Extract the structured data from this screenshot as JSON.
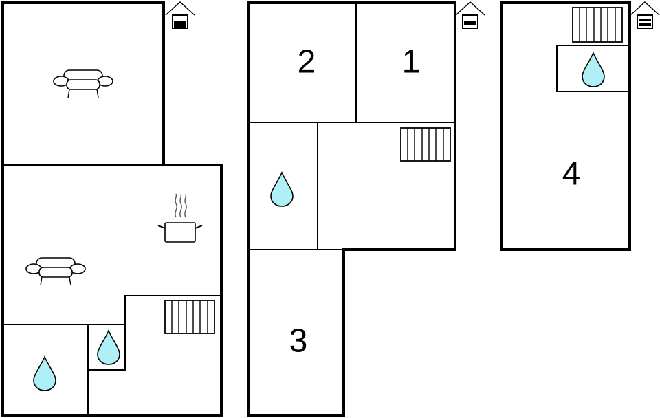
{
  "floor_plans": [
    {
      "id": "plan-1",
      "rooms": [
        {
          "label": "",
          "type": "living-room"
        },
        {
          "label": "",
          "type": "kitchen-living"
        },
        {
          "label": "",
          "type": "bathroom"
        },
        {
          "label": "",
          "type": "bathroom"
        },
        {
          "label": "",
          "type": "stairs"
        }
      ],
      "icons": [
        "house-icon",
        "sofa-icon",
        "sofa-icon",
        "cooking-pot-icon",
        "water-drop-icon",
        "water-drop-icon",
        "stairs-icon"
      ]
    },
    {
      "id": "plan-2",
      "rooms": [
        {
          "label": "2",
          "type": "bedroom"
        },
        {
          "label": "1",
          "type": "bedroom"
        },
        {
          "label": "",
          "type": "bathroom"
        },
        {
          "label": "",
          "type": "stairs"
        },
        {
          "label": "3",
          "type": "bedroom"
        }
      ],
      "icons": [
        "house-icon",
        "water-drop-icon",
        "stairs-icon"
      ]
    },
    {
      "id": "plan-3",
      "rooms": [
        {
          "label": "",
          "type": "bathroom"
        },
        {
          "label": "4",
          "type": "bedroom"
        }
      ],
      "icons": [
        "house-icon",
        "stairs-icon",
        "water-drop-icon"
      ]
    }
  ],
  "colors": {
    "wall": "#000000",
    "background": "#ffffff",
    "water": "#aef0f6",
    "steam": "#555555"
  }
}
